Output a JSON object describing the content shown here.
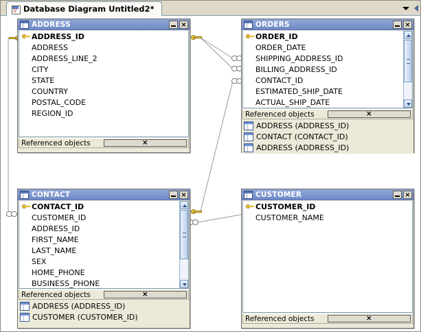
{
  "window": {
    "tab": {
      "label": "Database Diagram Untitled2*",
      "icon": "database-diagram-icon",
      "dropdown_icon": "chevron-down-icon",
      "scroll_icon": "scroll-left-icon"
    }
  },
  "tables": [
    {
      "name": "ADDRESS",
      "minimize_label": "_",
      "close_label": "×",
      "fields": [
        {
          "name": "ADDRESS_ID",
          "pk": true
        },
        {
          "name": "ADDRESS",
          "pk": false
        },
        {
          "name": "ADDRESS_LINE_2",
          "pk": false
        },
        {
          "name": "CITY",
          "pk": false
        },
        {
          "name": "STATE",
          "pk": false
        },
        {
          "name": "COUNTRY",
          "pk": false
        },
        {
          "name": "POSTAL_CODE",
          "pk": false
        },
        {
          "name": "REGION_ID",
          "pk": false
        }
      ],
      "scrollbar": false,
      "referenced_objects_label": "Referenced objects",
      "referenced_close_label": "×",
      "referenced_objects": []
    },
    {
      "name": "ORDERS",
      "minimize_label": "_",
      "close_label": "×",
      "fields": [
        {
          "name": "ORDER_ID",
          "pk": true
        },
        {
          "name": "ORDER_DATE",
          "pk": false
        },
        {
          "name": "SHIPPING_ADDRESS_ID",
          "pk": false
        },
        {
          "name": "BILLING_ADDRESS_ID",
          "pk": false
        },
        {
          "name": "CONTACT_ID",
          "pk": false
        },
        {
          "name": "ESTIMATED_SHIP_DATE",
          "pk": false
        },
        {
          "name": "ACTUAL_SHIP_DATE",
          "pk": false
        }
      ],
      "scrollbar": true,
      "referenced_objects_label": "Referenced objects",
      "referenced_close_label": "×",
      "referenced_objects": [
        "ADDRESS (ADDRESS_ID)",
        "CONTACT (CONTACT_ID)",
        "ADDRESS (ADDRESS_ID)"
      ]
    },
    {
      "name": "CONTACT",
      "minimize_label": "_",
      "close_label": "×",
      "fields": [
        {
          "name": "CONTACT_ID",
          "pk": true
        },
        {
          "name": "CUSTOMER_ID",
          "pk": false
        },
        {
          "name": "ADDRESS_ID",
          "pk": false
        },
        {
          "name": "FIRST_NAME",
          "pk": false
        },
        {
          "name": "LAST_NAME",
          "pk": false
        },
        {
          "name": "SEX",
          "pk": false
        },
        {
          "name": "HOME_PHONE",
          "pk": false
        },
        {
          "name": "BUSINESS_PHONE",
          "pk": false
        }
      ],
      "scrollbar": true,
      "referenced_objects_label": "Referenced objects",
      "referenced_close_label": "×",
      "referenced_objects": [
        "ADDRESS (ADDRESS_ID)",
        "CUSTOMER (CUSTOMER_ID)"
      ]
    },
    {
      "name": "CUSTOMER",
      "minimize_label": "_",
      "close_label": "×",
      "fields": [
        {
          "name": "CUSTOMER_ID",
          "pk": true
        },
        {
          "name": "CUSTOMER_NAME",
          "pk": false
        }
      ],
      "scrollbar": false,
      "referenced_objects_label": "Referenced objects",
      "referenced_close_label": "×",
      "referenced_objects": []
    }
  ],
  "relationships": [
    {
      "from": "ADDRESS",
      "to": "ORDERS",
      "endpoint_from": "key-icon",
      "endpoint_to": "link-icon"
    },
    {
      "from": "ADDRESS",
      "to": "ORDERS",
      "endpoint_from": "key-icon",
      "endpoint_to": "link-icon"
    },
    {
      "from": "CONTACT",
      "to": "ORDERS",
      "endpoint_from": "key-icon",
      "endpoint_to": "link-icon"
    },
    {
      "from": "ADDRESS",
      "to": "CONTACT",
      "endpoint_from": "key-icon",
      "endpoint_to": "link-icon"
    },
    {
      "from": "CUSTOMER",
      "to": "CONTACT",
      "endpoint_from": "key-icon",
      "endpoint_to": "link-icon"
    }
  ],
  "colors": {
    "title_bar": "#7e97cd",
    "panel": "#ece9d8",
    "tab_strip": "#ded9c8",
    "key": "#f4cf3f",
    "link_line": "#9a9a9a"
  }
}
